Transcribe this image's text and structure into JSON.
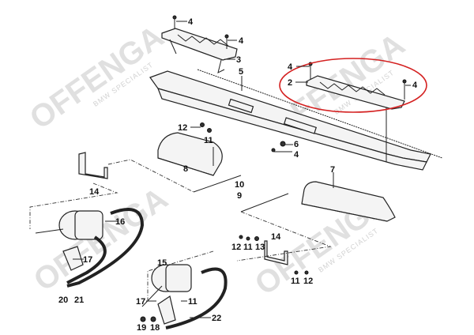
{
  "diagram": {
    "watermark": {
      "brand": "OFFENGA",
      "tagline": "BMW SPECIALIST"
    },
    "highlight_color": "#d42020",
    "labels": {
      "l4a": "4",
      "l4b": "4",
      "l3": "3",
      "l5": "5",
      "l4c": "4",
      "l2": "2",
      "l4d": "4",
      "l12a": "12",
      "l11a": "11",
      "l6": "6",
      "l4e": "4",
      "l8": "8",
      "l7": "7",
      "l10": "10",
      "l9": "9",
      "l14a": "14",
      "l16": "16",
      "l17a": "17",
      "l12b": "12",
      "l11b": "11",
      "l13": "13",
      "l14b": "14",
      "l11c": "11",
      "l12c": "12",
      "l15": "15",
      "l20": "20",
      "l21": "21",
      "l17b": "17",
      "l11d": "11",
      "l22": "22",
      "l19": "19",
      "l18": "18"
    }
  }
}
